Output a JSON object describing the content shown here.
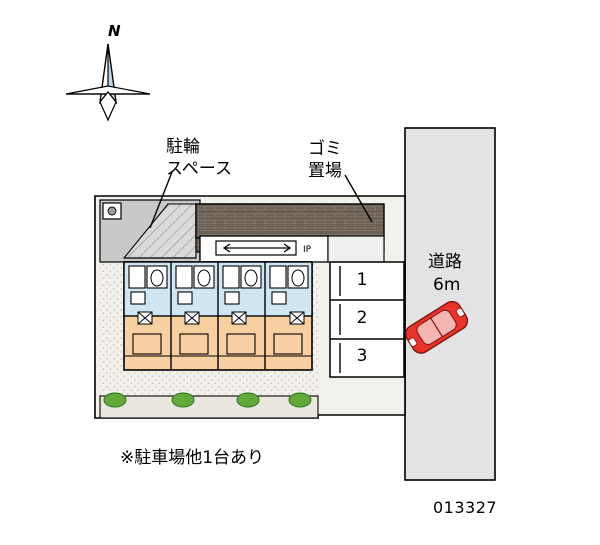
{
  "figure": {
    "title_id": "013327",
    "compass": {
      "label": "N"
    },
    "annotations": {
      "bicycle_parking": "駐輪\nスペース",
      "bicycle_parking_line1": "駐輪",
      "bicycle_parking_line2": "スペース",
      "garbage_line1": "ゴミ",
      "garbage_line2": "置場",
      "road_line1": "道路",
      "road_line2": "6m",
      "footnote": "※駐車場他1台あり"
    },
    "parking_spaces": [
      {
        "number": "1"
      },
      {
        "number": "2"
      },
      {
        "number": "3"
      }
    ],
    "units": [
      {
        "label": ""
      },
      {
        "label": ""
      },
      {
        "label": ""
      },
      {
        "label": ""
      }
    ],
    "colors": {
      "road_fill": "#e3e3e3",
      "site_fill": "#f2f0eb",
      "building_floor": "#f7cfa0",
      "entry_blue": "#cfe6f2",
      "wall_gray": "#c9c9c9",
      "hatch_dark": "#6d6256",
      "car_red": "#e8342a",
      "green": "#63a83a",
      "outline": "#000000"
    }
  }
}
